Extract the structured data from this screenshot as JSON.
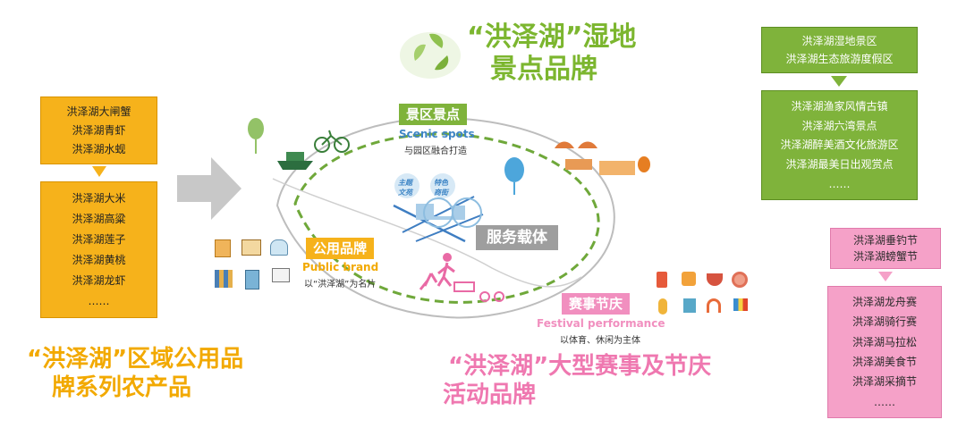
{
  "left": {
    "box_top": [
      "洪泽湖大闸蟹",
      "洪泽湖青虾",
      "洪泽湖水蚬"
    ],
    "box_bottom": [
      "洪泽湖大米",
      "洪泽湖高粱",
      "洪泽湖莲子",
      "洪泽湖黄桃",
      "洪泽湖龙虾",
      "……"
    ],
    "title_line1": "“洪泽湖”区域公用品",
    "title_line2": "牌系列农产品"
  },
  "top_title": {
    "line1": "“洪泽湖”湿地",
    "line2": "景点品牌"
  },
  "right_top": {
    "box_top": [
      "洪泽湖湿地景区",
      "洪泽湖生态旅游度假区"
    ],
    "box_bottom": [
      "洪泽湖渔家风情古镇",
      "洪泽湖六湾景点",
      "洪泽湖醉美酒文化旅游区",
      "洪泽湖最美日出观赏点",
      "……"
    ]
  },
  "right_bottom": {
    "box_top": [
      "洪泽湖垂钓节",
      "洪泽湖螃蟹节"
    ],
    "box_bottom": [
      "洪泽湖龙舟赛",
      "洪泽湖骑行赛",
      "洪泽湖马拉松",
      "洪泽湖美食节",
      "洪泽湖采摘节",
      "……"
    ]
  },
  "bottom_title": {
    "line1": "“洪泽湖”大型赛事及节庆",
    "line2": "活动品牌"
  },
  "center": {
    "scenic": {
      "tag": "景区景点",
      "en": "Scenic spots",
      "cn": "与园区融合打造"
    },
    "public": {
      "tag": "公用品牌",
      "en": "Public brand",
      "cn": "以“洪泽湖”为名片"
    },
    "festival": {
      "tag": "赛事节庆",
      "en": "Festival performance",
      "cn": "以体育、休闲为主体"
    },
    "service": "服务载体",
    "bubble1": "主题\n文苑",
    "bubble2": "特色\n商街"
  },
  "colors": {
    "orange": "#f6b21b",
    "green": "#7fb33b",
    "pink": "#f5a1c8",
    "title_orange": "#f2a900",
    "title_green": "#7cb62f",
    "title_pink": "#ef78b0",
    "gray_arrow": "#c8c8c8",
    "service_bg": "#9e9e9e"
  }
}
